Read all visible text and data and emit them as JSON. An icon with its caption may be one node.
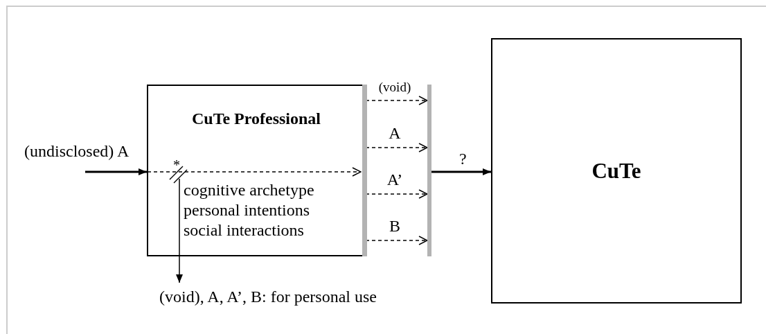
{
  "diagram": {
    "nodes": [
      {
        "text": [
          "CuTe Professional",
          "cognitive archetype personal intentions social interactions"
        ]
      },
      {
        "text": [],
        "shape": "bar",
        "in": 0
      },
      {
        "text": [],
        "shape": "bar"
      },
      {
        "text": [
          "CuTe"
        ]
      },
      {
        "text": [
          "(void), A, A’, B: for personal use"
        ]
      }
    ],
    "edges": [
      {
        "from": null,
        "to": 0,
        "arrow": "to",
        "label": "(undisclosed) A",
        "style": "thick"
      },
      {
        "from": 0,
        "to": 1,
        "arrow": "to",
        "style": "dashed"
      },
      {
        "from": null,
        "to": 4,
        "arrow": "to"
      },
      {
        "from": 1,
        "to": 2,
        "arrow": "to",
        "label": "(void)",
        "style": "dashed"
      },
      {
        "from": 1,
        "to": 2,
        "arrow": "to",
        "label": "A",
        "style": "dashed"
      },
      {
        "from": 1,
        "to": 2,
        "arrow": "to",
        "label": "A’",
        "style": "dashed"
      },
      {
        "from": 1,
        "to": 2,
        "arrow": "to",
        "label": "B",
        "style": "dashed"
      },
      {
        "from": 2,
        "to": 3,
        "arrow": "to",
        "label": "?",
        "style": "thick"
      }
    ],
    "labels": [
      "*"
    ]
  }
}
